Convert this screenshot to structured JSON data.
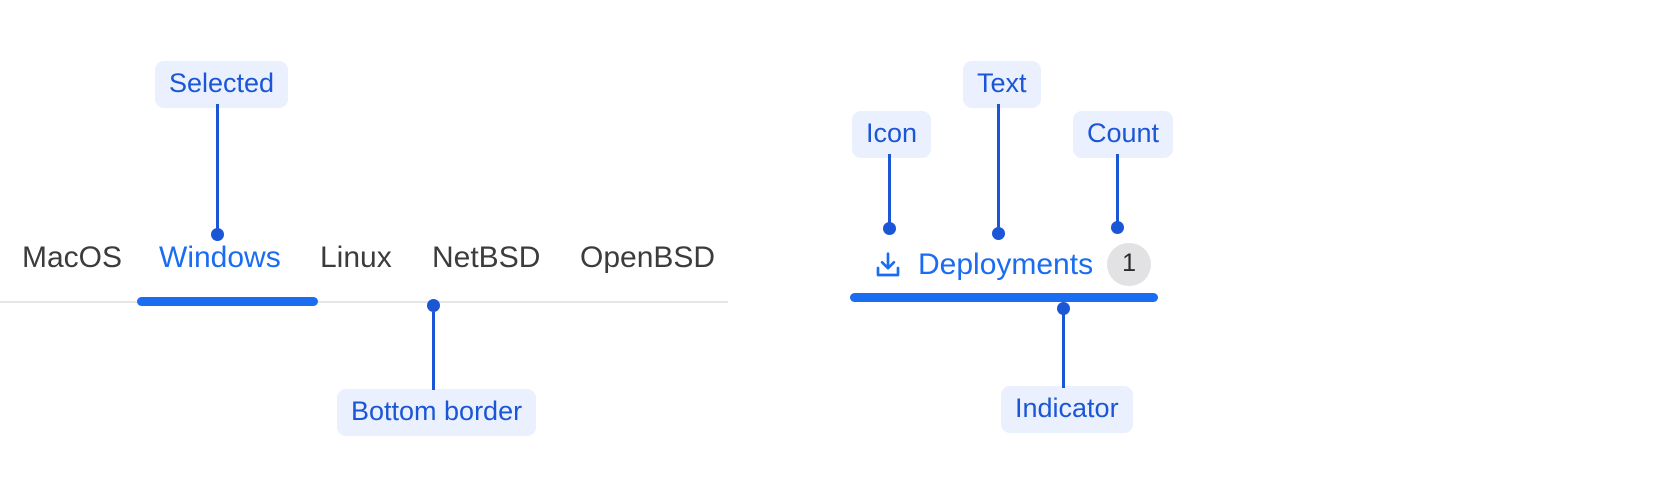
{
  "left_tabs": {
    "items": [
      {
        "label": "MacOS",
        "selected": false
      },
      {
        "label": "Windows",
        "selected": true
      },
      {
        "label": "Linux",
        "selected": false
      },
      {
        "label": "NetBSD",
        "selected": false
      },
      {
        "label": "OpenBSD",
        "selected": false
      }
    ]
  },
  "right_tab": {
    "icon": "download-icon",
    "label": "Deployments",
    "count": "1",
    "selected": true
  },
  "annotations": {
    "selected": "Selected",
    "bottom_border": "Bottom border",
    "icon": "Icon",
    "text": "Text",
    "count": "Count",
    "indicator": "Indicator"
  },
  "colors": {
    "accent_blue": "#1a6cf0",
    "annotation_blue": "#1a56d6",
    "annotation_bg": "#eaf0fd",
    "tab_text": "#3c3c3c",
    "rule": "#e6e6e6",
    "badge_bg": "#e2e2e4",
    "badge_text": "#2b2b2b"
  }
}
